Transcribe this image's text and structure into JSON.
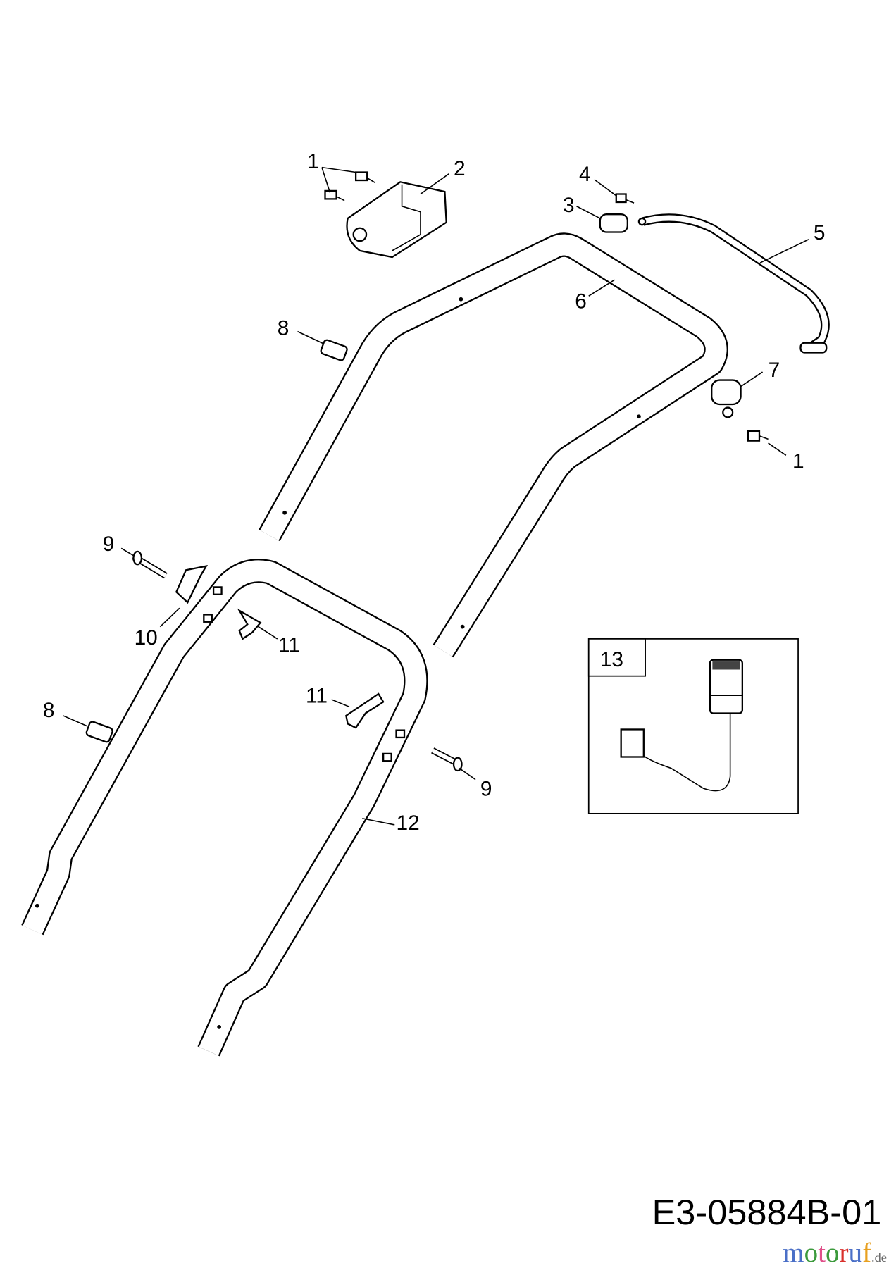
{
  "diagram": {
    "callouts": [
      {
        "id": "1a",
        "label": "1"
      },
      {
        "id": "2",
        "label": "2"
      },
      {
        "id": "3",
        "label": "3"
      },
      {
        "id": "4",
        "label": "4"
      },
      {
        "id": "5",
        "label": "5"
      },
      {
        "id": "6",
        "label": "6"
      },
      {
        "id": "7",
        "label": "7"
      },
      {
        "id": "1b",
        "label": "1"
      },
      {
        "id": "8a",
        "label": "8"
      },
      {
        "id": "9a",
        "label": "9"
      },
      {
        "id": "10",
        "label": "10"
      },
      {
        "id": "11a",
        "label": "11"
      },
      {
        "id": "11b",
        "label": "11"
      },
      {
        "id": "8b",
        "label": "8"
      },
      {
        "id": "9b",
        "label": "9"
      },
      {
        "id": "12",
        "label": "12"
      }
    ],
    "inset": {
      "label": "13"
    },
    "drawing_code": "E3-05884B-01",
    "watermark": {
      "text": "motoruf",
      "suffix": ".de",
      "colors": [
        "#4a6fc7",
        "#3c9a3c",
        "#e0508a",
        "#3c9a3c",
        "#d9302c",
        "#4a6fc7",
        "#e8a020"
      ]
    }
  }
}
